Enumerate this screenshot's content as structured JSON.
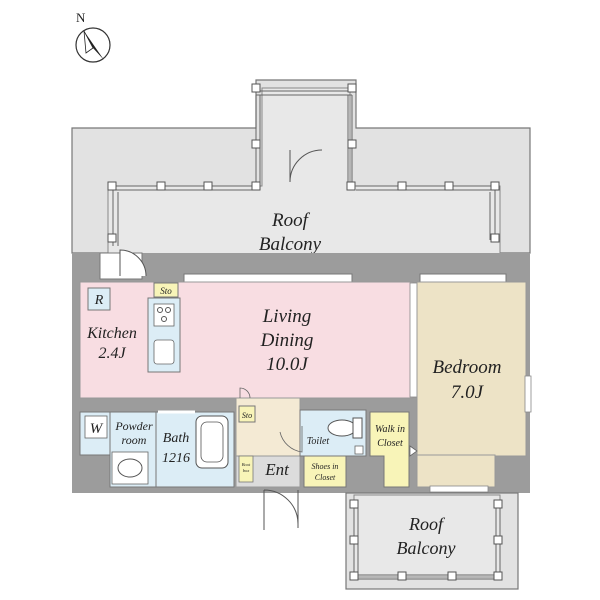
{
  "compass": {
    "letter": "N"
  },
  "rooms": {
    "roof_balcony_top": {
      "line1": "Roof",
      "line2": "Balcony"
    },
    "roof_balcony_bottom": {
      "line1": "Roof",
      "line2": "Balcony"
    },
    "living_dining": {
      "line1": "Living",
      "line2": "Dining",
      "size": "10.0J"
    },
    "kitchen": {
      "name": "Kitchen",
      "size": "2.4J",
      "fridge": "R"
    },
    "bedroom": {
      "name": "Bedroom",
      "size": "7.0J"
    },
    "powder_room": {
      "line1": "Powder",
      "line2": "room"
    },
    "washer": {
      "label": "W"
    },
    "bath": {
      "name": "Bath",
      "size": "1216"
    },
    "toilet": {
      "name": "Toilet"
    },
    "entrance": {
      "name": "Ent"
    },
    "walk_in_closet": {
      "line1": "Walk in",
      "line2": "Closet"
    },
    "shoes_closet": {
      "line1": "Shoes in",
      "line2": "Closet"
    },
    "storage_kitchen": {
      "label": "Sto"
    },
    "storage_entry": {
      "label": "Sto"
    },
    "boot_box": {
      "line1": "Boot",
      "line2": "box"
    }
  },
  "colors": {
    "wall": "#9c9c9c",
    "balcony": "#e4e4e4",
    "living": "#f8dde2",
    "bedroom": "#ede3c6",
    "wet_area": "#dcedf6",
    "entrance": "#f4ead4",
    "closet": "#f8f4b8",
    "floor_gray": "#dcdcdc"
  }
}
